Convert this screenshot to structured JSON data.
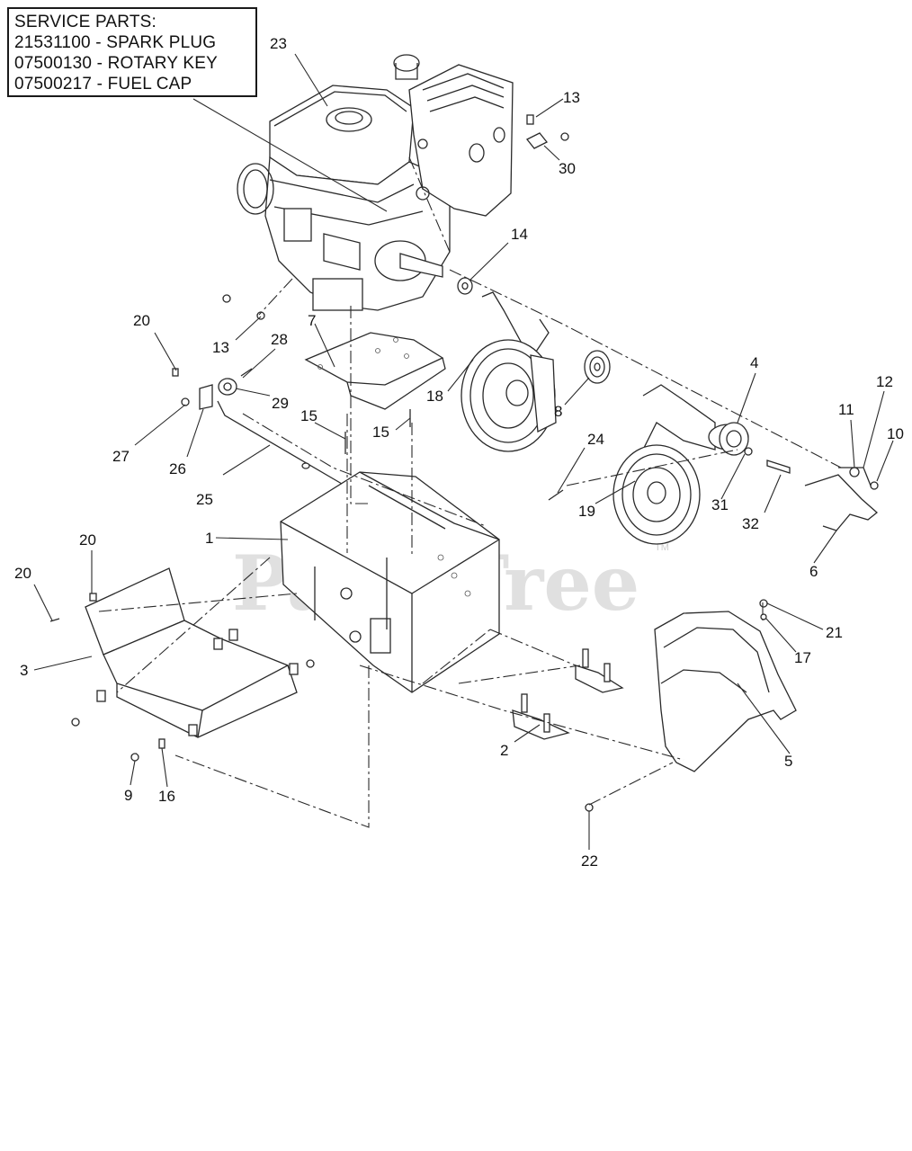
{
  "service_parts": {
    "title": "SERVICE PARTS:",
    "items": [
      "21531100 - SPARK PLUG",
      "07500130 - ROTARY KEY",
      "07500217 - FUEL CAP"
    ]
  },
  "watermark": {
    "text": "PartsTree",
    "tm": "TM"
  },
  "callouts": {
    "c23": "23",
    "c13a": "13",
    "c30": "30",
    "c14": "14",
    "c20a": "20",
    "c13b": "13",
    "c28": "28",
    "c7": "7",
    "c29": "29",
    "c27": "27",
    "c26": "26",
    "c15a": "15",
    "c15b": "15",
    "c18": "18",
    "c8": "8",
    "c4": "4",
    "c12": "12",
    "c11": "11",
    "c10": "10",
    "c25": "25",
    "c24": "24",
    "c19": "19",
    "c31": "31",
    "c32": "32",
    "c6": "6",
    "c1": "1",
    "c20b": "20",
    "c20c": "20",
    "c3": "3",
    "c21": "21",
    "c17": "17",
    "c2": "2",
    "c5": "5",
    "c9": "9",
    "c16": "16",
    "c22": "22"
  }
}
